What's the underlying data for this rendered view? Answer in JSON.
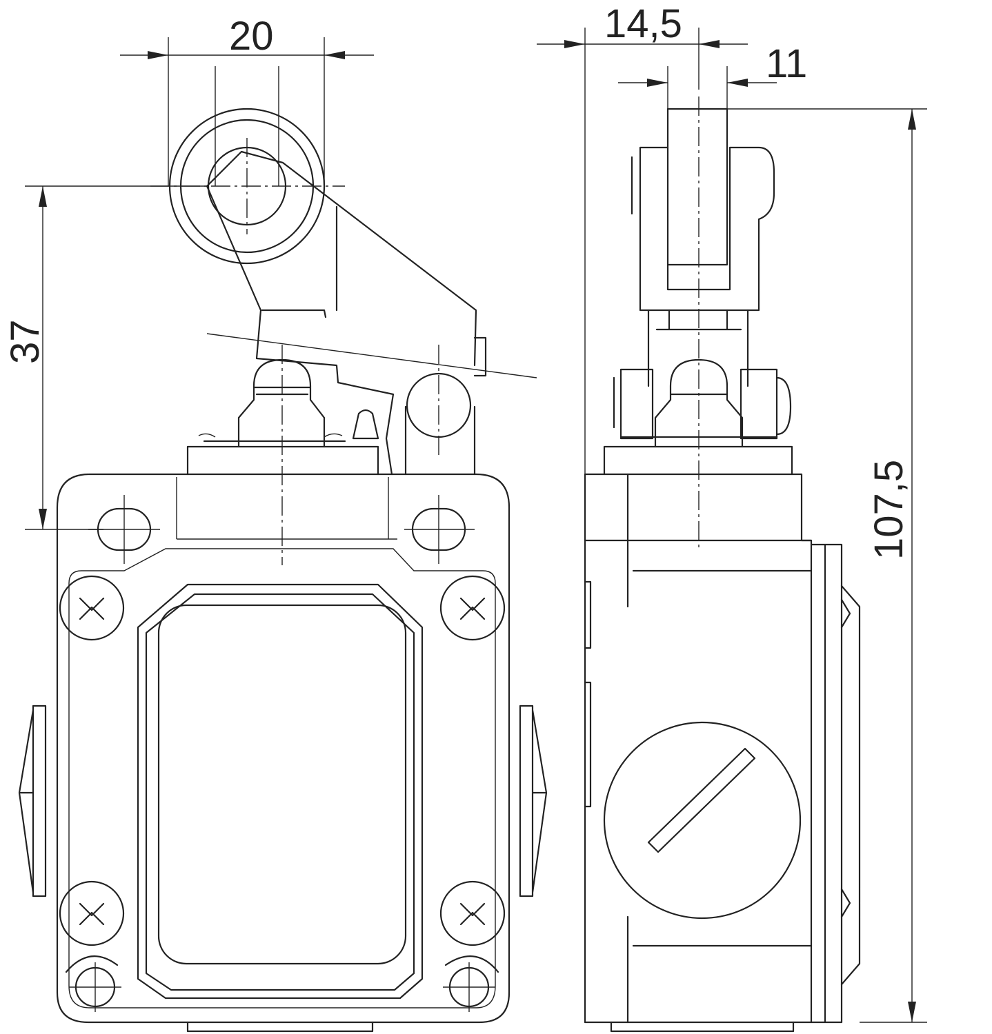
{
  "dimensions": {
    "roller_diameter": "20",
    "lever_height": "37",
    "side_width": "14,5",
    "roller_width": "11",
    "total_height": "107,5"
  },
  "colors": {
    "line": "#222222",
    "background": "#ffffff"
  }
}
